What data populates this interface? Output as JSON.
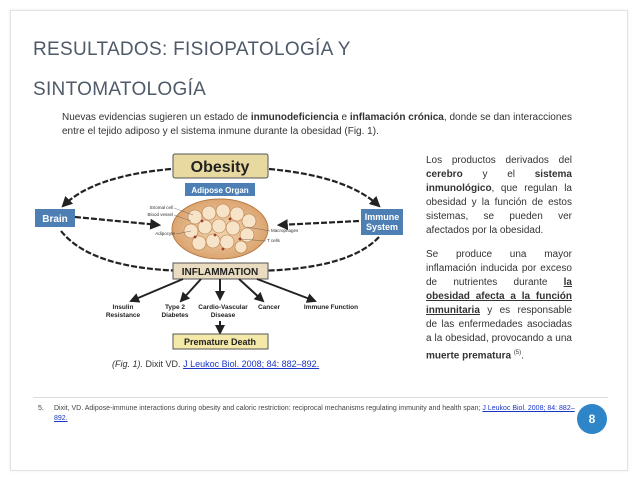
{
  "slide": {
    "title_line1": "Resultados: fisiopatología y",
    "title_line2": "sintomatología",
    "intro": {
      "t1": "Nuevas evidencias sugieren un estado de ",
      "b1": "inmunodeficiencia",
      "t2": " e ",
      "b2": "inflamación crónica",
      "t3": ", donde se dan interacciones entre el tejido adiposo y el sistema inmune durante la obesidad (Fig. 1)."
    },
    "side1": {
      "t1": "Los productos derivados del ",
      "b1": "cerebro",
      "t2": " y el ",
      "b2": "sistema inmunológico",
      "t3": ", que regulan la obesidad y la función de estos sistemas, se pueden ver afectados por la obesidad."
    },
    "side2": {
      "t1": "Se produce una mayor inflamación inducida por exceso de nutrientes durante ",
      "b1": "la obesidad afecta a la función inmunitaria",
      "t2": " y es responsable de las enfermedades asociadas a la obesidad, provocando a una ",
      "b2": "muerte prematura",
      "sup": "(5)",
      "t3": "."
    },
    "caption": {
      "label": "(Fig. 1).",
      "author": "Dixit VD.",
      "link": "J Leukoc Biol. 2008; 84: 882–892."
    },
    "reference": {
      "num": "5.",
      "text": "Dixit, VD. Adipose-immune interactions during obesity and caloric restriction: reciprocal mechanisms regulating immunity and health span; ",
      "link": "J Leukoc Biol. 2008; 84: 882–892."
    },
    "page_number": "8"
  },
  "diagram": {
    "obesity": "Obesity",
    "adipose_organ": "Adipose Organ",
    "stromal_cell": "Stromal cell",
    "blood_vessel": "Blood vessel",
    "adipocyte": "Adipocyte",
    "macrophages": "Macrophages",
    "t_cells": "T cells",
    "brain": "Brain",
    "immune_line1": "Immune",
    "immune_line2": "System",
    "inflammation": "INFLAMMATION",
    "insulin_line1": "Insulin",
    "insulin_line2": "Resistance",
    "type2_line1": "Type 2",
    "type2_line2": "Diabetes",
    "cardio_line1": "Cardio-Vascular",
    "cardio_line2": "Disease",
    "cancer": "Cancer",
    "immune_function": "Immune Function",
    "premature_death": "Premature Death",
    "colors": {
      "obesity_box": "#e8d9a0",
      "blue_box": "#4d7fb5",
      "inflammation_box": "#e9dcc0",
      "death_box": "#f4e9a8",
      "arrow": "#222222"
    }
  }
}
